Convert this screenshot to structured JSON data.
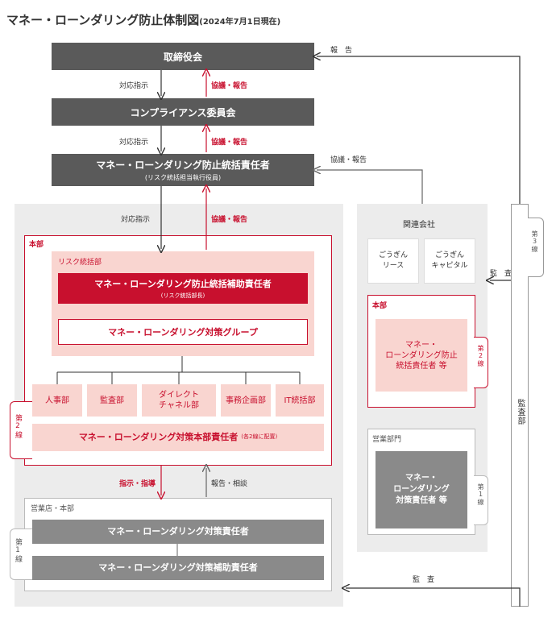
{
  "title": "マネー・ローンダリング防止体制図",
  "title_note": "(2024年7月1日現在)",
  "board": "取締役会",
  "compliance_committee": "コンプライアンス委員会",
  "aml_officer": {
    "title": "マネー・ローンダリング防止統括責任者",
    "note": "(リスク統括担当執行役員)"
  },
  "flow_labels": {
    "instruct": "対応指示",
    "report_red": "協議・報告",
    "report_plain": "協議・報告",
    "report_top": "報　告",
    "audit": "監　査",
    "audit_bottom": "監　査",
    "direct_guide": "指示・指導",
    "report_consult": "報告・相談"
  },
  "hq": {
    "label": "本部",
    "risk_dept": "リスク統括部",
    "assistant": {
      "title": "マネー・ローンダリング防止統括補助責任者",
      "note": "(リスク統括部長)"
    },
    "group": "マネー・ローンダリング対策グループ",
    "units": [
      "人事部",
      "監査部",
      "ダイレクト\nチャネル部",
      "事務企画部",
      "IT統括部"
    ],
    "hq_officer": "マネー・ローンダリング対策本部責任者",
    "hq_officer_note": "(各2線に配置)"
  },
  "second_line": "第2線",
  "first_line": "第1線",
  "third_line": "第3線",
  "branch": {
    "label": "営業店・本部",
    "officer": "マネー・ローンダリング対策責任者",
    "assistant": "マネー・ローンダリング対策補助責任者"
  },
  "affiliates": {
    "label": "関連会社",
    "companies": [
      "ごうぎん\nリース",
      "ごうぎん\nキャピタル"
    ],
    "hq_label": "本部",
    "hq_officer": "マネー・\nローンダリング防止\n統括責任者 等",
    "sales_label": "営業部門",
    "sales_officer": "マネー・\nローンダリング\n対策責任者 等"
  },
  "audit_dept": "監査部",
  "colors": {
    "accent_red": "#c8102e",
    "dark_gray": "#5a5a5a",
    "mid_gray": "#8a8a8a",
    "pink": "#f9d5d0",
    "panel": "#ececec"
  }
}
